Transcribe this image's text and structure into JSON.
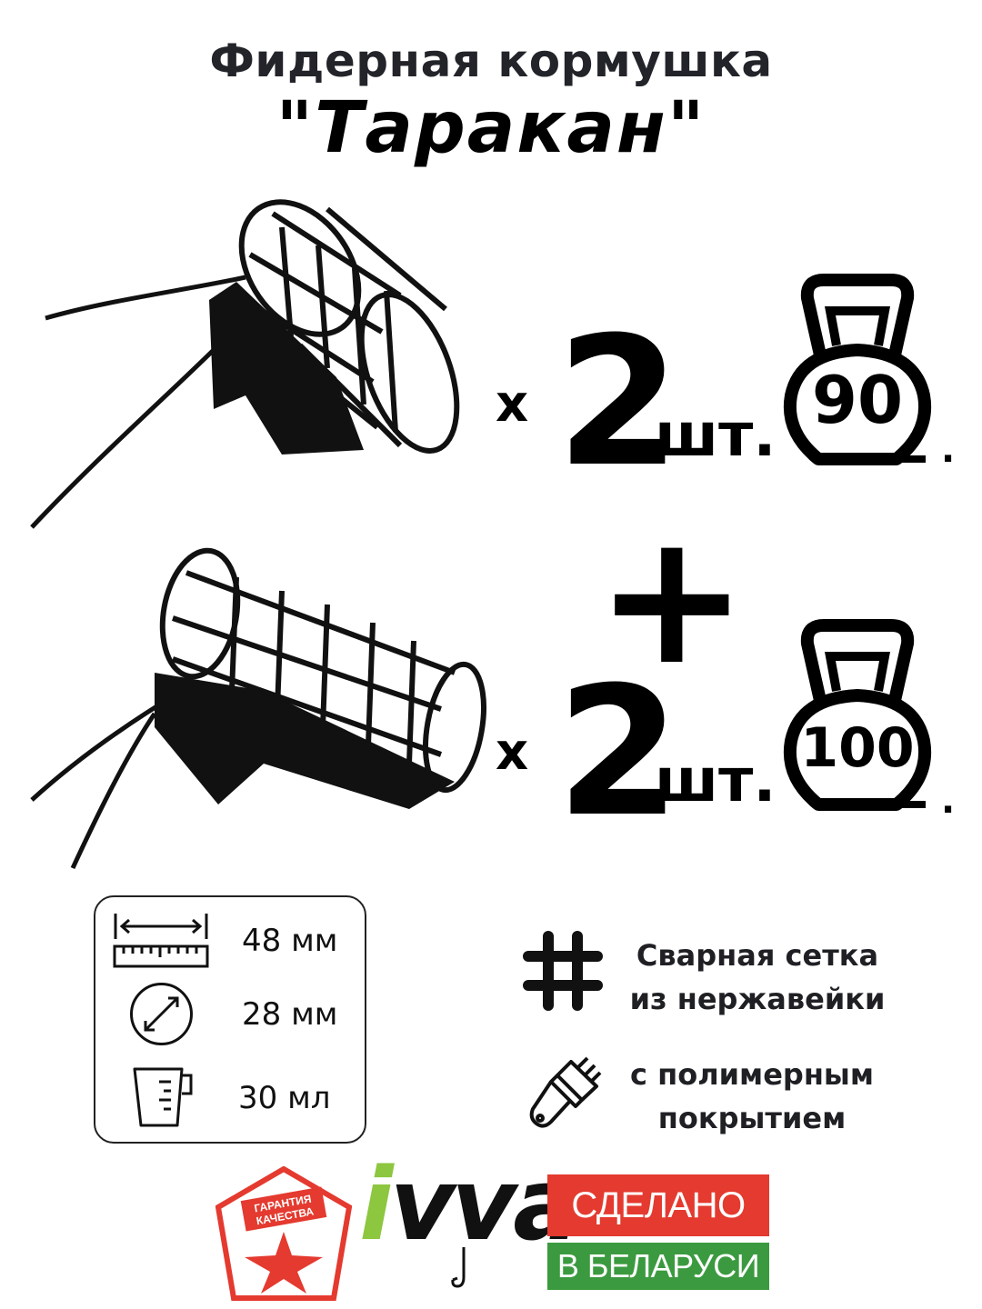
{
  "header": {
    "title_line1": "Фидерная кормушка",
    "title_line2": "\"Таракан\""
  },
  "offers": [
    {
      "multiplier": "x",
      "count": "2",
      "unit": "шт.",
      "weight": "90",
      "trailing": "."
    },
    {
      "multiplier": "x",
      "count": "2",
      "unit": "шт.",
      "weight": "100",
      "trailing": "."
    }
  ],
  "plus_sign": "+",
  "specs": {
    "length": {
      "icon": "ruler-icon",
      "value": "48 мм"
    },
    "diameter": {
      "icon": "diameter-icon",
      "value": "28 мм"
    },
    "volume": {
      "icon": "measuring-cup-icon",
      "value": "30 мл"
    }
  },
  "features": {
    "mesh": {
      "icon": "grid-mesh-icon",
      "line1": "Сварная сетка",
      "line2": "из нержавейки"
    },
    "coating": {
      "icon": "paint-brush-icon",
      "line1": "с полимерным",
      "line2": "покрытием"
    }
  },
  "badges": {
    "quality": {
      "line1": "ГАРАНТИЯ",
      "line2": "КАЧЕСТВА"
    },
    "brand": "ivva",
    "made_in": {
      "line1": "СДЕЛАНО",
      "line2": "В БЕЛАРУСИ"
    }
  },
  "colors": {
    "title": "#22242a",
    "made_red": "#e43a2f",
    "made_green": "#3b9a3f",
    "quality_red": "#e43a2f",
    "logo_green": "#8dc63f"
  }
}
